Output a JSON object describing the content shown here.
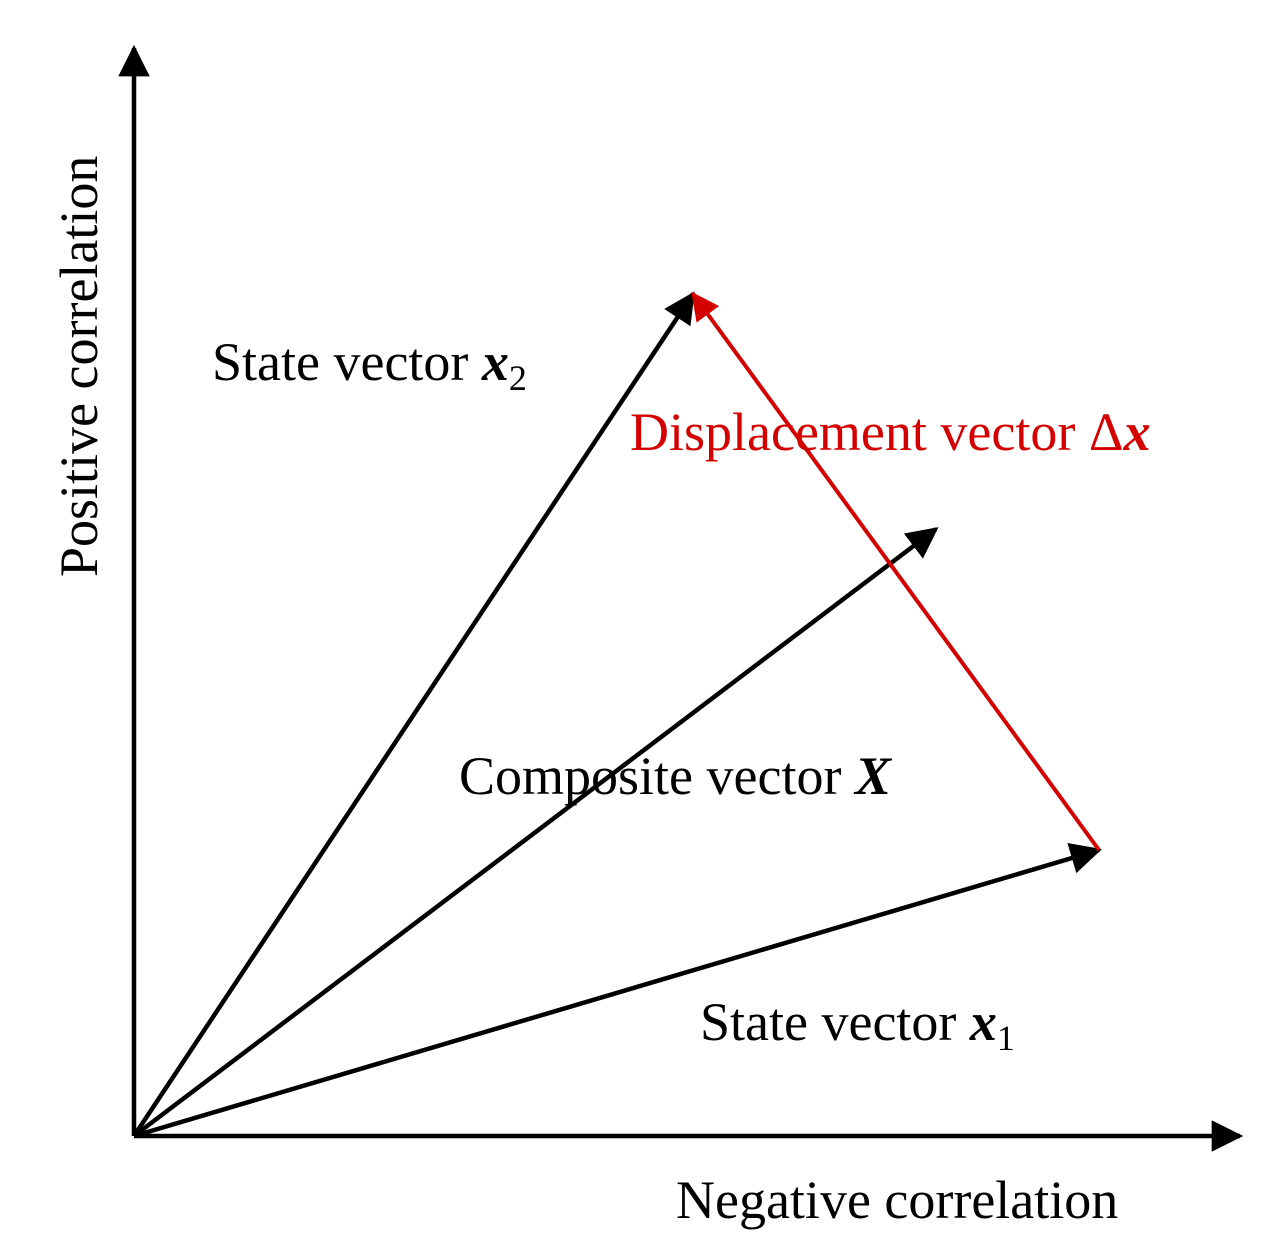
{
  "axes": {
    "y_label": "Positive correlation",
    "x_label": "Negative correlation"
  },
  "vectors": {
    "x2": {
      "prefix": "State vector ",
      "symbol": "x",
      "subscript": "2"
    },
    "x1": {
      "prefix": "State vector ",
      "symbol": "x",
      "subscript": "1"
    },
    "composite": {
      "prefix": "Composite vector ",
      "symbol": "X"
    },
    "displacement": {
      "prefix": "Displacement vector ",
      "delta": "Δ",
      "symbol": "x"
    }
  },
  "colors": {
    "ink": "#000000",
    "displacement": "#d40000"
  }
}
